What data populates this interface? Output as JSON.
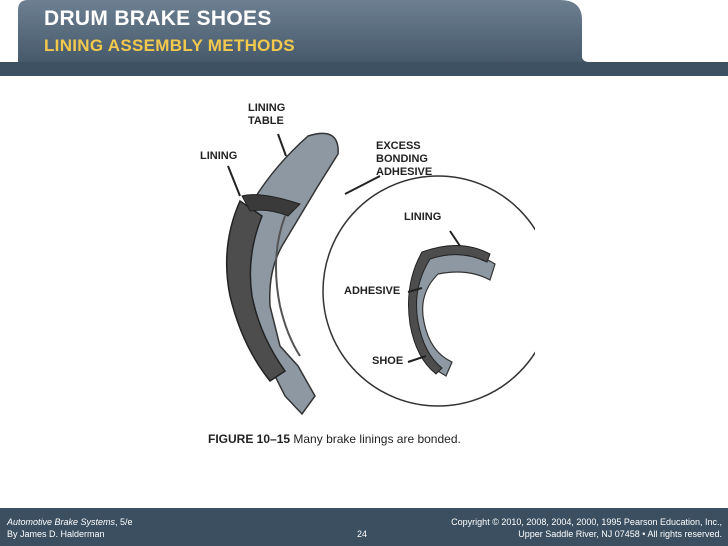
{
  "title": {
    "main": "DRUM BRAKE SHOES",
    "sub": "LINING ASSEMBLY METHODS"
  },
  "colors": {
    "title_bar": "#4a5e70",
    "title_sub_text": "#f2c94c",
    "footer": "#3b4f60"
  },
  "figure": {
    "callouts": {
      "lining_table": "LINING\nTABLE",
      "lining_left": "LINING",
      "excess_bonding": "EXCESS\nBONDING\nADHESIVE",
      "lining_right": "LINING",
      "adhesive": "ADHESIVE",
      "shoe": "SHOE"
    },
    "caption_label": "FIGURE 10–15",
    "caption_text": "Many brake linings are bonded."
  },
  "footer": {
    "book_title": "Automotive Brake Systems",
    "edition": ", 5/e",
    "author": "By James D. Halderman",
    "page": "24",
    "copyright_1": "Copyright © 2010, 2008, 2004, 2000, 1995 Pearson Education, Inc.,",
    "copyright_2": "Upper Saddle River, NJ 07458 • All rights reserved."
  }
}
